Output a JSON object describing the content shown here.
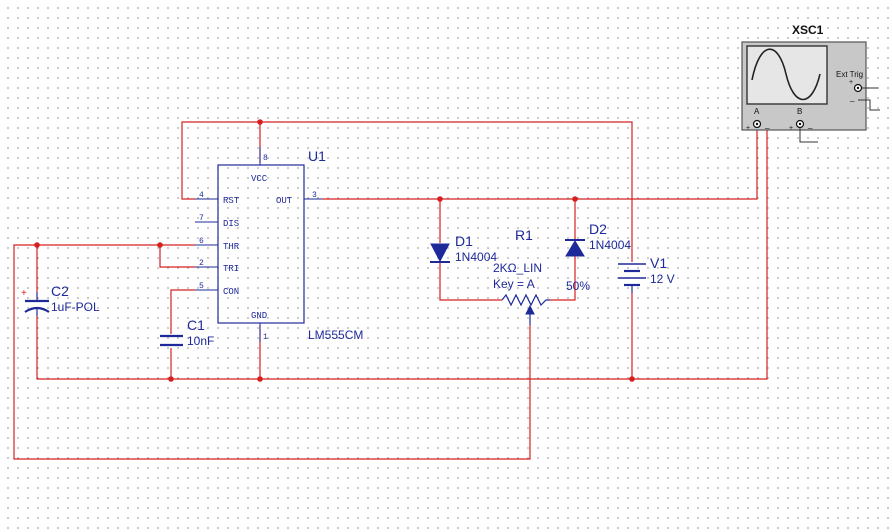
{
  "u1": {
    "ref": "U1",
    "model": "LM555CM",
    "pins": {
      "vcc": "VCC",
      "rst": "RST",
      "out": "OUT",
      "dis": "DIS",
      "thr": "THR",
      "tri": "TRI",
      "con": "CON",
      "gnd": "GND"
    },
    "pin_numbers": {
      "p8": "8",
      "p4": "4",
      "p3": "3",
      "p7": "7",
      "p6": "6",
      "p2": "2",
      "p5": "5",
      "p1": "1"
    }
  },
  "c1": {
    "ref": "C1",
    "value": "10nF"
  },
  "c2": {
    "ref": "C2",
    "value": "1uF-POL",
    "polarity": "+"
  },
  "d1": {
    "ref": "D1",
    "model": "1N4004"
  },
  "d2": {
    "ref": "D2",
    "model": "1N4004"
  },
  "r1": {
    "ref": "R1",
    "value": "2KΩ_LIN",
    "key": "Key = A",
    "setting": "50%"
  },
  "v1": {
    "ref": "V1",
    "value": "12 V"
  },
  "xsc1": {
    "ref": "XSC1",
    "ext_trig": "Ext Trig",
    "channel_a": "A",
    "channel_b": "B",
    "minus": "_",
    "plus": "+"
  },
  "colors": {
    "wire": "#d62020",
    "component": "#1e2a9a",
    "grid_dot": "#9a9a9a",
    "scope_body": "#c8c8c8",
    "scope_screen": "#e6e6e6"
  }
}
